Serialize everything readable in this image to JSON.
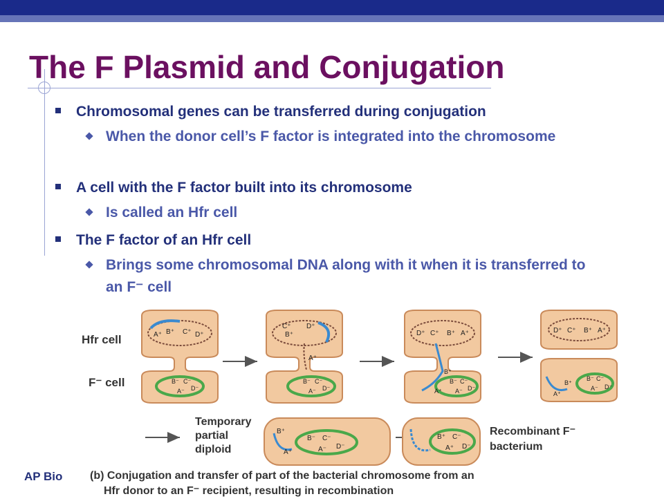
{
  "slide": {
    "title": "The F Plasmid and Conjugation",
    "footer": "AP Bio"
  },
  "bullets": [
    {
      "text": "Chromosomal genes can be transferred during conjugation",
      "sub": [
        "When the donor cell’s F factor is integrated into the chromosome"
      ]
    },
    {
      "text": "A cell with the F factor built into its chromosome",
      "sub": [
        "Is called an Hfr cell"
      ]
    },
    {
      "text": "The F factor of an Hfr cell",
      "sub": [
        "Brings some chromosomal DNA along with it when it is transferred to an F⁻ cell"
      ]
    }
  ],
  "figure": {
    "label_hfr": "Hfr cell",
    "label_fminus": "F⁻ cell",
    "label_temp": [
      "Temporary",
      "partial",
      "diploid"
    ],
    "label_recomb": [
      "Recombinant F⁻",
      "bacterium"
    ],
    "caption": [
      "(b) Conjugation and transfer of part of the bacterial chromosome from an",
      "Hfr donor to an F⁻ recipient, resulting in recombination"
    ],
    "stage1_top": [
      "A⁺",
      "B⁺",
      "C⁺",
      "D⁺"
    ],
    "stage1_bottom": [
      "B⁻",
      "C⁻",
      "A⁻",
      "D⁻"
    ],
    "stage2_top": [
      "C⁺",
      "D⁺",
      "B⁺"
    ],
    "stage2_mid": "A⁺",
    "stage2_bottom": [
      "B⁻",
      "C⁻",
      "A⁻",
      "D⁻"
    ],
    "stage3_top": [
      "D⁺",
      "C⁺",
      "B⁺",
      "A⁺"
    ],
    "stage3_mid": "B⁺",
    "stage3_bottom": [
      "B⁻",
      "C⁻",
      "A⁺",
      "A⁻",
      "D⁻"
    ],
    "stage4_top": [
      "D⁺",
      "C⁺",
      "B⁺",
      "A⁺"
    ],
    "stage4_bottom": [
      "B⁺",
      "B⁻",
      "C⁻",
      "A⁺",
      "A⁻",
      "D⁻"
    ],
    "stage5": [
      "B⁺",
      "A⁺",
      "B⁻",
      "C⁻",
      "A⁻",
      "D⁻"
    ],
    "stage6": [
      "B⁺",
      "C⁻",
      "A⁺",
      "D⁻"
    ]
  }
}
